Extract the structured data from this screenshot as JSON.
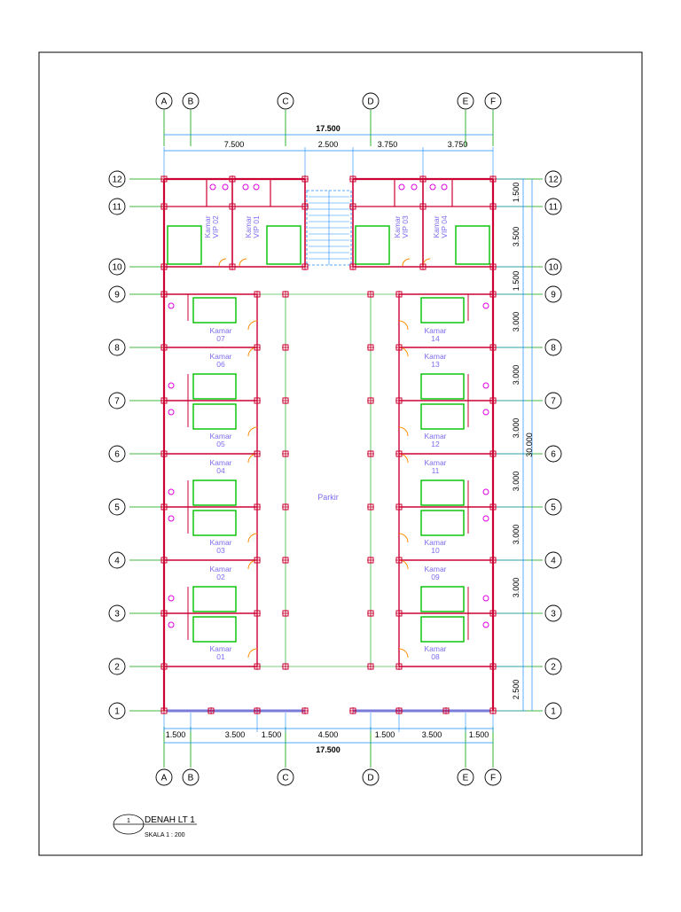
{
  "plan": {
    "title": "DENAH LT 1",
    "scale": "SKALA 1 : 200",
    "title_number": "1",
    "parking_label": "Parkir",
    "colors": {
      "grid": "#00a000",
      "wall": "#cc0033",
      "dim": "#1a8cff",
      "room_text": "#7b6cf0",
      "bed": "#00c000",
      "fixture": "#e000e0",
      "door": "#ff8c00"
    }
  },
  "grid_columns": [
    "A",
    "B",
    "C",
    "D",
    "E",
    "F"
  ],
  "grid_rows": [
    "12",
    "11",
    "10",
    "9",
    "8",
    "7",
    "6",
    "5",
    "4",
    "3",
    "2",
    "1"
  ],
  "top_dimensions": {
    "total": "17.500",
    "segments": [
      "7.500",
      "2.500",
      "3.750",
      "3.750"
    ]
  },
  "bottom_dimensions": {
    "segments": [
      "1.500",
      "3.500",
      "1.500",
      "4.500",
      "1.500",
      "3.500",
      "1.500"
    ],
    "total": "17.500"
  },
  "right_dimensions": {
    "segments": [
      "1.500",
      "3.500",
      "1.500",
      "3.000",
      "3.000",
      "3.000",
      "3.000",
      "3.000",
      "3.000",
      "2.500"
    ],
    "total": "30.000"
  },
  "vip_rooms": [
    {
      "line1": "Kamar",
      "line2": "VIP 02"
    },
    {
      "line1": "Kamar",
      "line2": "VIP 01"
    },
    {
      "line1": "Kamar",
      "line2": "VIP 03"
    },
    {
      "line1": "Kamar",
      "line2": "VIP 04"
    }
  ],
  "left_rooms": [
    {
      "line1": "Kamar",
      "line2": "07"
    },
    {
      "line1": "Kamar",
      "line2": "06"
    },
    {
      "line1": "Kamar",
      "line2": "05"
    },
    {
      "line1": "Kamar",
      "line2": "04"
    },
    {
      "line1": "Kamar",
      "line2": "03"
    },
    {
      "line1": "Kamar",
      "line2": "02"
    },
    {
      "line1": "Kamar",
      "line2": "01"
    }
  ],
  "right_rooms": [
    {
      "line1": "Kamar",
      "line2": "14"
    },
    {
      "line1": "Kamar",
      "line2": "13"
    },
    {
      "line1": "Kamar",
      "line2": "12"
    },
    {
      "line1": "Kamar",
      "line2": "11"
    },
    {
      "line1": "Kamar",
      "line2": "10"
    },
    {
      "line1": "Kamar",
      "line2": "09"
    },
    {
      "line1": "Kamar",
      "line2": "08"
    }
  ]
}
